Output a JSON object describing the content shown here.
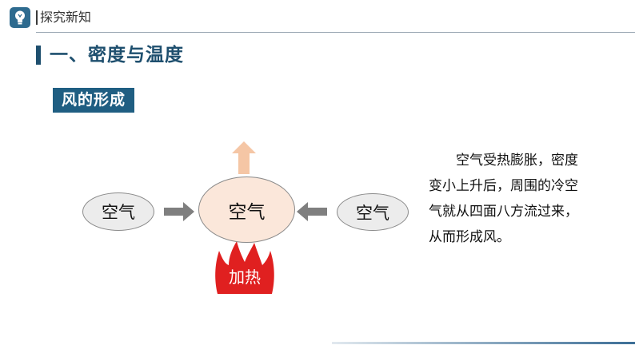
{
  "header": {
    "title": "探究新知",
    "icon": "lightbulb-icon"
  },
  "section": {
    "title": "一、密度与温度"
  },
  "subtitle": {
    "text": "风的形成"
  },
  "diagram": {
    "left_air": "空气",
    "center_air": "空气",
    "right_air": "空气",
    "heat_label": "加热",
    "colors": {
      "heat": "#e02020",
      "up_arrow": "#f5c6a5",
      "side_arrow": "#7f7f7f",
      "center_fill": "#fbe7da"
    }
  },
  "explanation": {
    "text": "空气受热膨胀，密度变小上升后，周围的冷空气就从四面八方流过来，从而形成风。"
  }
}
